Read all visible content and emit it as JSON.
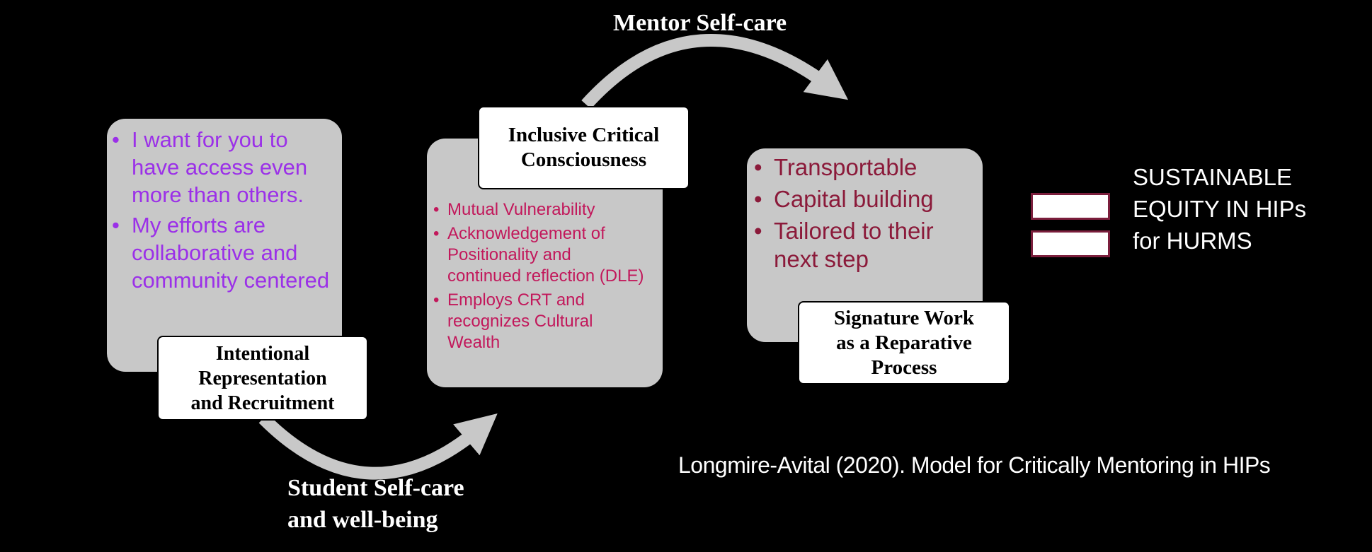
{
  "arrows": {
    "mentor": "Mentor Self-care",
    "student_line1": "Student Self-care",
    "student_line2": "and well-being"
  },
  "box1": {
    "items": [
      "I want for you to have access even more than others.",
      "My efforts are collaborative and community centered"
    ],
    "title_line1": "Intentional",
    "title_line2": "Representation",
    "title_line3": "and Recruitment",
    "text_color": "#9b30e8"
  },
  "box2": {
    "title_line1": "Inclusive Critical",
    "title_line2": "Consciousness",
    "items": [
      "Mutual Vulnerability",
      "Acknowledgement of Positionality and continued reflection (DLE)",
      "Employs CRT and recognizes Cultural Wealth"
    ],
    "text_color": "#c2185b"
  },
  "box3": {
    "items": [
      "Transportable",
      "Capital building",
      "Tailored to their next step"
    ],
    "title_line1": "Signature Work",
    "title_line2": "as a Reparative",
    "title_line3": "Process",
    "text_color": "#8b1a3a"
  },
  "outcome": {
    "line1": "SUSTAINABLE",
    "line2": "EQUITY IN HIPs",
    "line3": "for HURMS",
    "equals_border_color": "#7b1e3c"
  },
  "citation": "Longmire-Avital (2020). Model for Critically Mentoring in HIPs"
}
